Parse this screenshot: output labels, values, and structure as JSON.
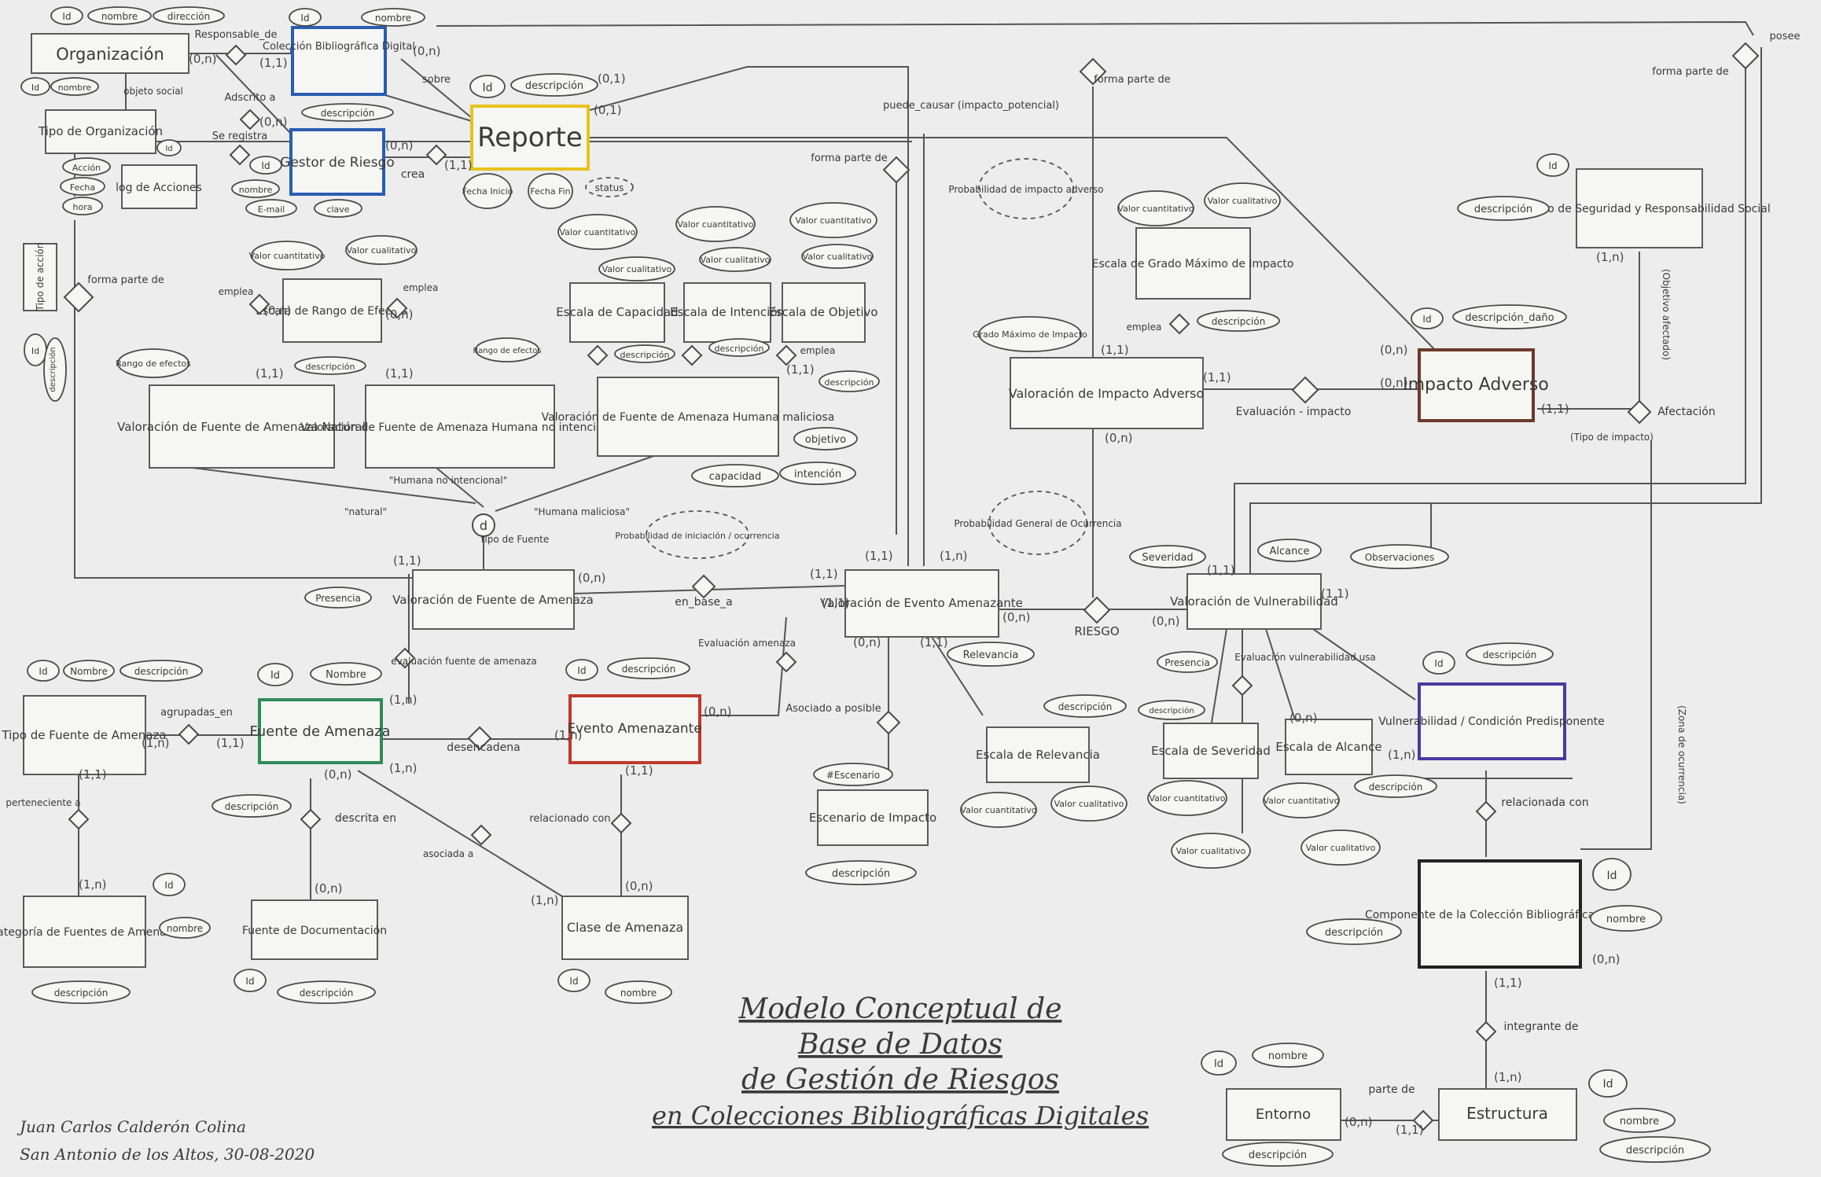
{
  "title": {
    "line1": "Modelo Conceptual de",
    "line2": "Base de Datos",
    "line3": "de Gestión de Riesgos",
    "line4": "en Colecciones Bibliográficas Digitales"
  },
  "signature": {
    "author": "Juan Carlos Calderón Colina",
    "place_date": "San Antonio de los Altos, 30-08-2020"
  },
  "colors": {
    "yellow": "#e8c21a",
    "blue": "#2a5db0",
    "green": "#2f8a5a",
    "red": "#c0392b",
    "brown": "#6b3a2a",
    "purple": "#4a3aa0",
    "black": "#222222"
  },
  "entities": [
    {
      "id": "organizacion",
      "label": "Organización"
    },
    {
      "id": "coleccion",
      "label": "Colección Bibliográfica Digital"
    },
    {
      "id": "reporte",
      "label": "Reporte"
    },
    {
      "id": "tipo_organizacion",
      "label": "Tipo de Organización"
    },
    {
      "id": "gestor",
      "label": "Gestor de Riesgo"
    },
    {
      "id": "log",
      "label": "log de Acciones"
    },
    {
      "id": "tipo_accion",
      "label": "Tipo de acción"
    },
    {
      "id": "escala_rango",
      "label": "Escala de Rango de Efectos"
    },
    {
      "id": "escala_capacidad",
      "label": "Escala de Capacidad"
    },
    {
      "id": "escala_intencion",
      "label": "Escala de Intención"
    },
    {
      "id": "escala_objetivo",
      "label": "Escala de Objetivo"
    },
    {
      "id": "val_natural",
      "label": "Valoración de Fuente de Amenaza Natural"
    },
    {
      "id": "val_humana_no",
      "label": "Valoración de Fuente de Amenaza Humana no intencional"
    },
    {
      "id": "val_humana_mal",
      "label": "Valoración de Fuente de Amenaza Humana maliciosa"
    },
    {
      "id": "escala_grado",
      "label": "Escala de Grado Máximo de Impacto"
    },
    {
      "id": "val_impacto",
      "label": "Valoración de Impacto Adverso"
    },
    {
      "id": "impacto_adverso",
      "label": "Impacto Adverso"
    },
    {
      "id": "objetivo_seg",
      "label": "Objetivo de Seguridad y Responsabilidad Social"
    },
    {
      "id": "val_fuente",
      "label": "Valoración de Fuente de Amenaza"
    },
    {
      "id": "val_evento",
      "label": "Valoración de Evento Amenazante"
    },
    {
      "id": "val_vuln",
      "label": "Valoración de Vulnerabilidad"
    },
    {
      "id": "tipo_fuente",
      "label": "Tipo de Fuente de Amenaza"
    },
    {
      "id": "fuente",
      "label": "Fuente de Amenaza"
    },
    {
      "id": "evento",
      "label": "Evento Amenazante"
    },
    {
      "id": "escenario",
      "label": "Escenario de Impacto"
    },
    {
      "id": "escala_relevancia",
      "label": "Escala de Relevancia"
    },
    {
      "id": "escala_severidad",
      "label": "Escala de Severidad"
    },
    {
      "id": "escala_alcance",
      "label": "Escala de Alcance"
    },
    {
      "id": "vulnerabilidad",
      "label": "Vulnerabilidad / Condición Predisponente"
    },
    {
      "id": "categoria",
      "label": "Categoría de Fuentes de Amenaza"
    },
    {
      "id": "fuente_doc",
      "label": "Fuente de Documentación"
    },
    {
      "id": "clase",
      "label": "Clase de Amenaza"
    },
    {
      "id": "componente",
      "label": "Componente de la Colección Bibliográfica Digital"
    },
    {
      "id": "entorno",
      "label": "Entorno"
    },
    {
      "id": "estructura",
      "label": "Estructura"
    }
  ],
  "attributes": {
    "id": "Id",
    "nombre": "nombre",
    "Nombre": "Nombre",
    "direccion": "dirección",
    "descripcion": "descripción",
    "objeto_social": "objeto social",
    "email": "E-mail",
    "clave": "clave",
    "accion": "Acción",
    "fecha": "Fecha",
    "hora": "hora",
    "fecha_inicio": "Fecha Inicio",
    "fecha_fin": "Fecha Fin",
    "status": "status",
    "valor_cuantitativo": "Valor cuantitativo",
    "valor_cualitativo": "Valor cualitativo",
    "rango_efectos": "Rango de efectos",
    "capacidad": "capacidad",
    "intencion": "intención",
    "objetivo": "objetivo",
    "grado_maximo": "Grado Máximo de Impacto",
    "descripcion_dano": "descripción_daño",
    "presencia": "Presencia",
    "relevancia": "Relevancia",
    "severidad": "Severidad",
    "alcance": "Alcance",
    "observaciones": "Observaciones",
    "num_escenario": "#Escenario",
    "tipo_impacto": "(Tipo de impacto)",
    "objetivo_afectado": "(Objetivo afectado)",
    "zona_ocurrencia": "(Zona de ocurrencia)"
  },
  "derived": {
    "prob_impacto": "Probabilidad de impacto adverso",
    "prob_general": "Probabilidad General de Ocurrencia",
    "prob_iniciacion": "Probabilidad de iniciación / ocurrencia"
  },
  "relationships": {
    "responsable_de": "Responsable_de",
    "sobre": "sobre",
    "adscrito_a": "Adscrito a",
    "se_registra": "Se registra",
    "crea": "crea",
    "forma_parte_de": "forma parte de",
    "puede_causar": "puede_causar (impacto_potencial)",
    "posee": "posee",
    "emplea": "emplea",
    "evaluacion_impacto": "Evaluación - impacto",
    "afectacion": "Afectación",
    "en_base_a": "en_base_a",
    "riesgo": "RIESGO",
    "evaluacion_vulnerabilidad": "Evaluación vulnerabilidad usa",
    "evaluacion_fuente": "evaluación fuente de amenaza",
    "evaluacion_amenaza": "Evaluación amenaza",
    "agrupadas_en": "agrupadas_en",
    "desencadena": "desencadena",
    "asociado_a_posible": "Asociado a posible",
    "relacionada_con": "relacionada con",
    "pertenece_a": "perteneciente a",
    "descrita_en": "descrita en",
    "asociada_a": "asociada a",
    "relacionado_con": "relacionado con",
    "integrante_de": "integrante de",
    "parte_de": "parte de",
    "tipo_fuente_d": "d",
    "tipo_fuente_label": "tipo de Fuente",
    "natural": "\"natural\"",
    "humana_no": "\"Humana no intencional\"",
    "humana_mal": "\"Humana maliciosa\""
  },
  "cardinalities": {
    "c01": "(0,1)",
    "c0n": "(0,n)",
    "c11": "(1,1)",
    "c1n": "(1,n)"
  }
}
